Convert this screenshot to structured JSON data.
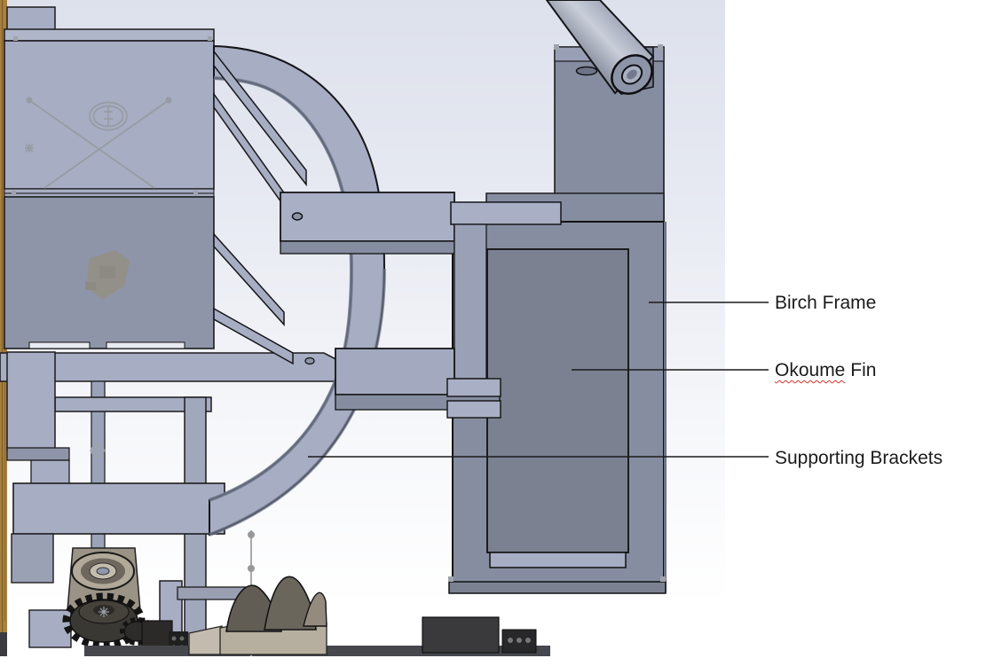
{
  "annotations": [
    {
      "label": "Birch Frame"
    },
    {
      "label": "Okoume Fin",
      "word1": "Okoume",
      "word2": "Fin"
    },
    {
      "label": "Supporting Brackets"
    }
  ],
  "colors": {
    "viewport_bg_top": "#dde1ec",
    "viewport_bg_bottom": "#ffffff",
    "part_light": "#a7adc2",
    "part_mid": "#99a0b6",
    "part_dark": "#868da0",
    "fin_face": "#7b8191",
    "wood_edge": "#a8813f",
    "propeller_hub": "#b6af9f",
    "propeller_blade": "#625d54",
    "gear_dark": "#3a3833",
    "bearing_ring": "#b1a999",
    "sketch_gray": "#979ba3",
    "outline": "#1c1c1e",
    "label_text": "#1b1b1b",
    "leader_line": "#1a1a1a",
    "spellcheck_underline": "#d0342a"
  }
}
